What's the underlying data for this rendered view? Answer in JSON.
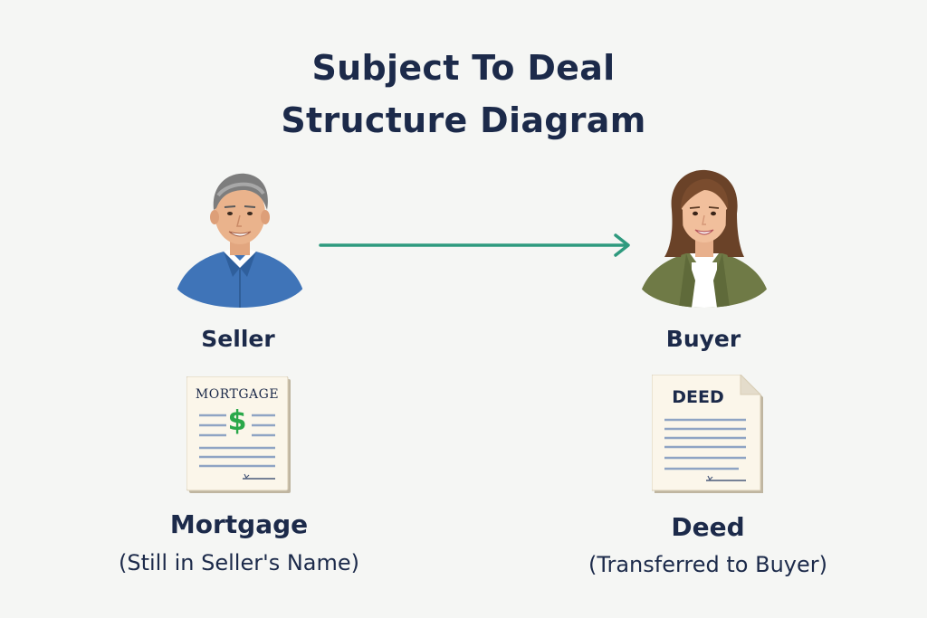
{
  "title": {
    "line1": "Subject To Deal",
    "line2": "Structure Diagram"
  },
  "seller": {
    "label": "Seller",
    "document": {
      "heading": "MORTGAGE",
      "symbol": "$",
      "title": "Mortgage",
      "subtitle": "(Still in Seller's Name)"
    }
  },
  "buyer": {
    "label": "Buyer",
    "document": {
      "heading": "DEED",
      "title": "Deed",
      "subtitle": "(Transferred to Buyer)"
    }
  },
  "colors": {
    "arrow": "#2e9a7e",
    "text": "#1c2a4a",
    "dollar": "#2aa84a"
  },
  "icons": {
    "seller_avatar": "man-avatar",
    "buyer_avatar": "woman-avatar",
    "mortgage_doc": "document-icon",
    "deed_doc": "document-icon"
  }
}
